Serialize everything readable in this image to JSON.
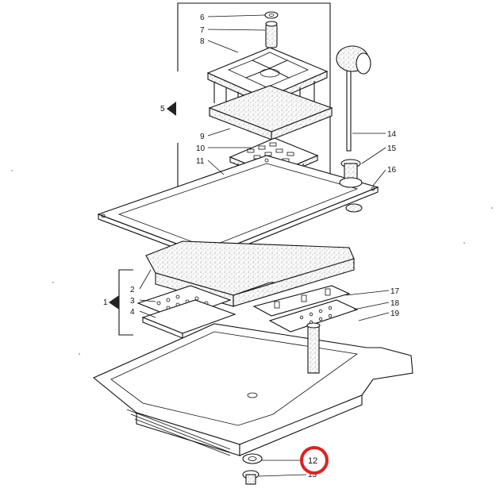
{
  "labels": {
    "l1": "1",
    "l2": "2",
    "l3": "3",
    "l4": "4",
    "l5": "5",
    "l6": "6",
    "l7": "7",
    "l8": "8",
    "l9": "9",
    "l10": "10",
    "l11": "11",
    "l12": "12",
    "l13": "13",
    "l14": "14",
    "l15": "15",
    "l16": "16",
    "l17": "17",
    "l18": "18",
    "l19": "19"
  },
  "colors": {
    "ink": "#111111",
    "highlight": "#e02020",
    "paper": "#ffffff"
  },
  "highlighted_part": "12"
}
